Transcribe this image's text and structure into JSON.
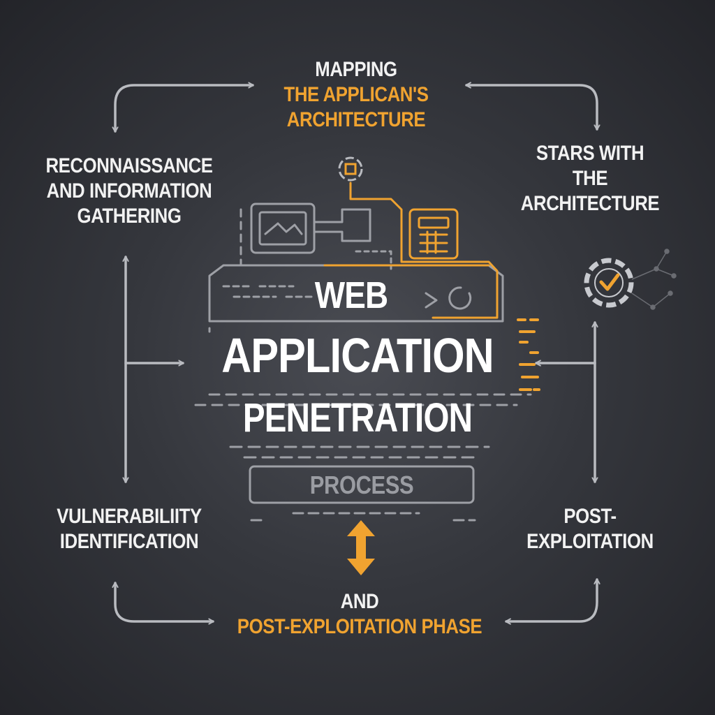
{
  "top": {
    "line1": "MAPPING",
    "line2": "THE APPLICAN'S",
    "line3": "ARCHITECTURE"
  },
  "left_top": {
    "line1": "RECONNAISSANCE",
    "line2": "AND INFORMATION",
    "line3": "GATHERING"
  },
  "right_top": {
    "line1": "STARS WITH",
    "line2": "THE",
    "line3": "ARCHITECTURE"
  },
  "center": {
    "line1": "WEB",
    "line2": "APPLICATION",
    "line3": "PENETRATION",
    "badge": "PROCESS"
  },
  "left_bottom": {
    "line1": "VULNERABILIITY",
    "line2": "IDENTIFICATION"
  },
  "right_bottom": {
    "line1": "POST-",
    "line2": "EXPLOITATION"
  },
  "bottom": {
    "line1": "AND",
    "line2": "POST-EXPLOITATION PHASE"
  },
  "colors": {
    "accent": "#f0a330",
    "arrow": "#b9bbc0",
    "text": "#f2f2f2",
    "background": "#35373d"
  },
  "icons": [
    "monitor-icon",
    "calculator-icon",
    "server-icon",
    "refresh-icon",
    "checkmark-gear-icon",
    "double-arrow-icon"
  ]
}
